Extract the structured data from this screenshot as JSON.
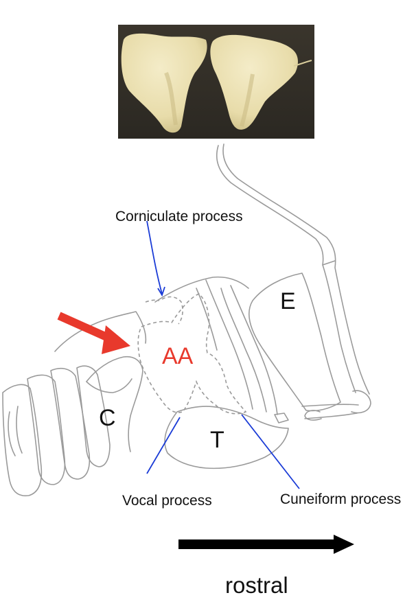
{
  "colors": {
    "outline": "#9a9a9a",
    "pointer": "#1a3bd6",
    "accent": "#e8392c",
    "text": "#111111"
  },
  "labels": {
    "corniculate": "Corniculate process",
    "vocal": "Vocal process",
    "cuneiform": "Cuneiform process",
    "E": "E",
    "AA": "AA",
    "C": "C",
    "T": "T",
    "direction": "rostral"
  }
}
